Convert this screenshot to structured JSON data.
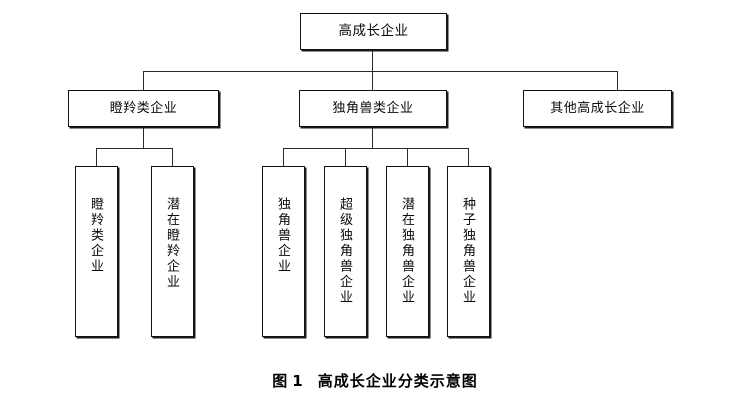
{
  "figure": {
    "caption_prefix": "图",
    "caption_number": "1",
    "caption_title": "高成长企业分类示意图"
  },
  "diagram": {
    "type": "tree",
    "orientation": "top-down",
    "root": {
      "id": "high-growth",
      "label": "高成长企业"
    },
    "level2": [
      {
        "id": "gazelle-class",
        "label": "瞪羚类企业"
      },
      {
        "id": "unicorn-class",
        "label": "独角兽类企业"
      },
      {
        "id": "other-growth",
        "label": "其他高成长企业"
      }
    ],
    "level3": [
      {
        "id": "gazelle",
        "parent": "gazelle-class",
        "label": "瞪羚类企业",
        "orientation": "vertical"
      },
      {
        "id": "potential-gazelle",
        "parent": "gazelle-class",
        "label": "潜在瞪羚企业",
        "orientation": "vertical"
      },
      {
        "id": "unicorn",
        "parent": "unicorn-class",
        "label": "独角兽企业",
        "orientation": "vertical"
      },
      {
        "id": "super-unicorn",
        "parent": "unicorn-class",
        "label": "超级独角兽企业",
        "orientation": "vertical"
      },
      {
        "id": "potential-unicorn",
        "parent": "unicorn-class",
        "label": "潜在独角兽企业",
        "orientation": "vertical"
      },
      {
        "id": "seed-unicorn",
        "parent": "unicorn-class",
        "label": "种子独角兽企业",
        "orientation": "vertical"
      }
    ],
    "colors": {
      "box_border": "#111111",
      "box_fill": "#ffffff",
      "connector": "#2b2b2b",
      "text": "#000000",
      "background": "#ffffff"
    }
  }
}
